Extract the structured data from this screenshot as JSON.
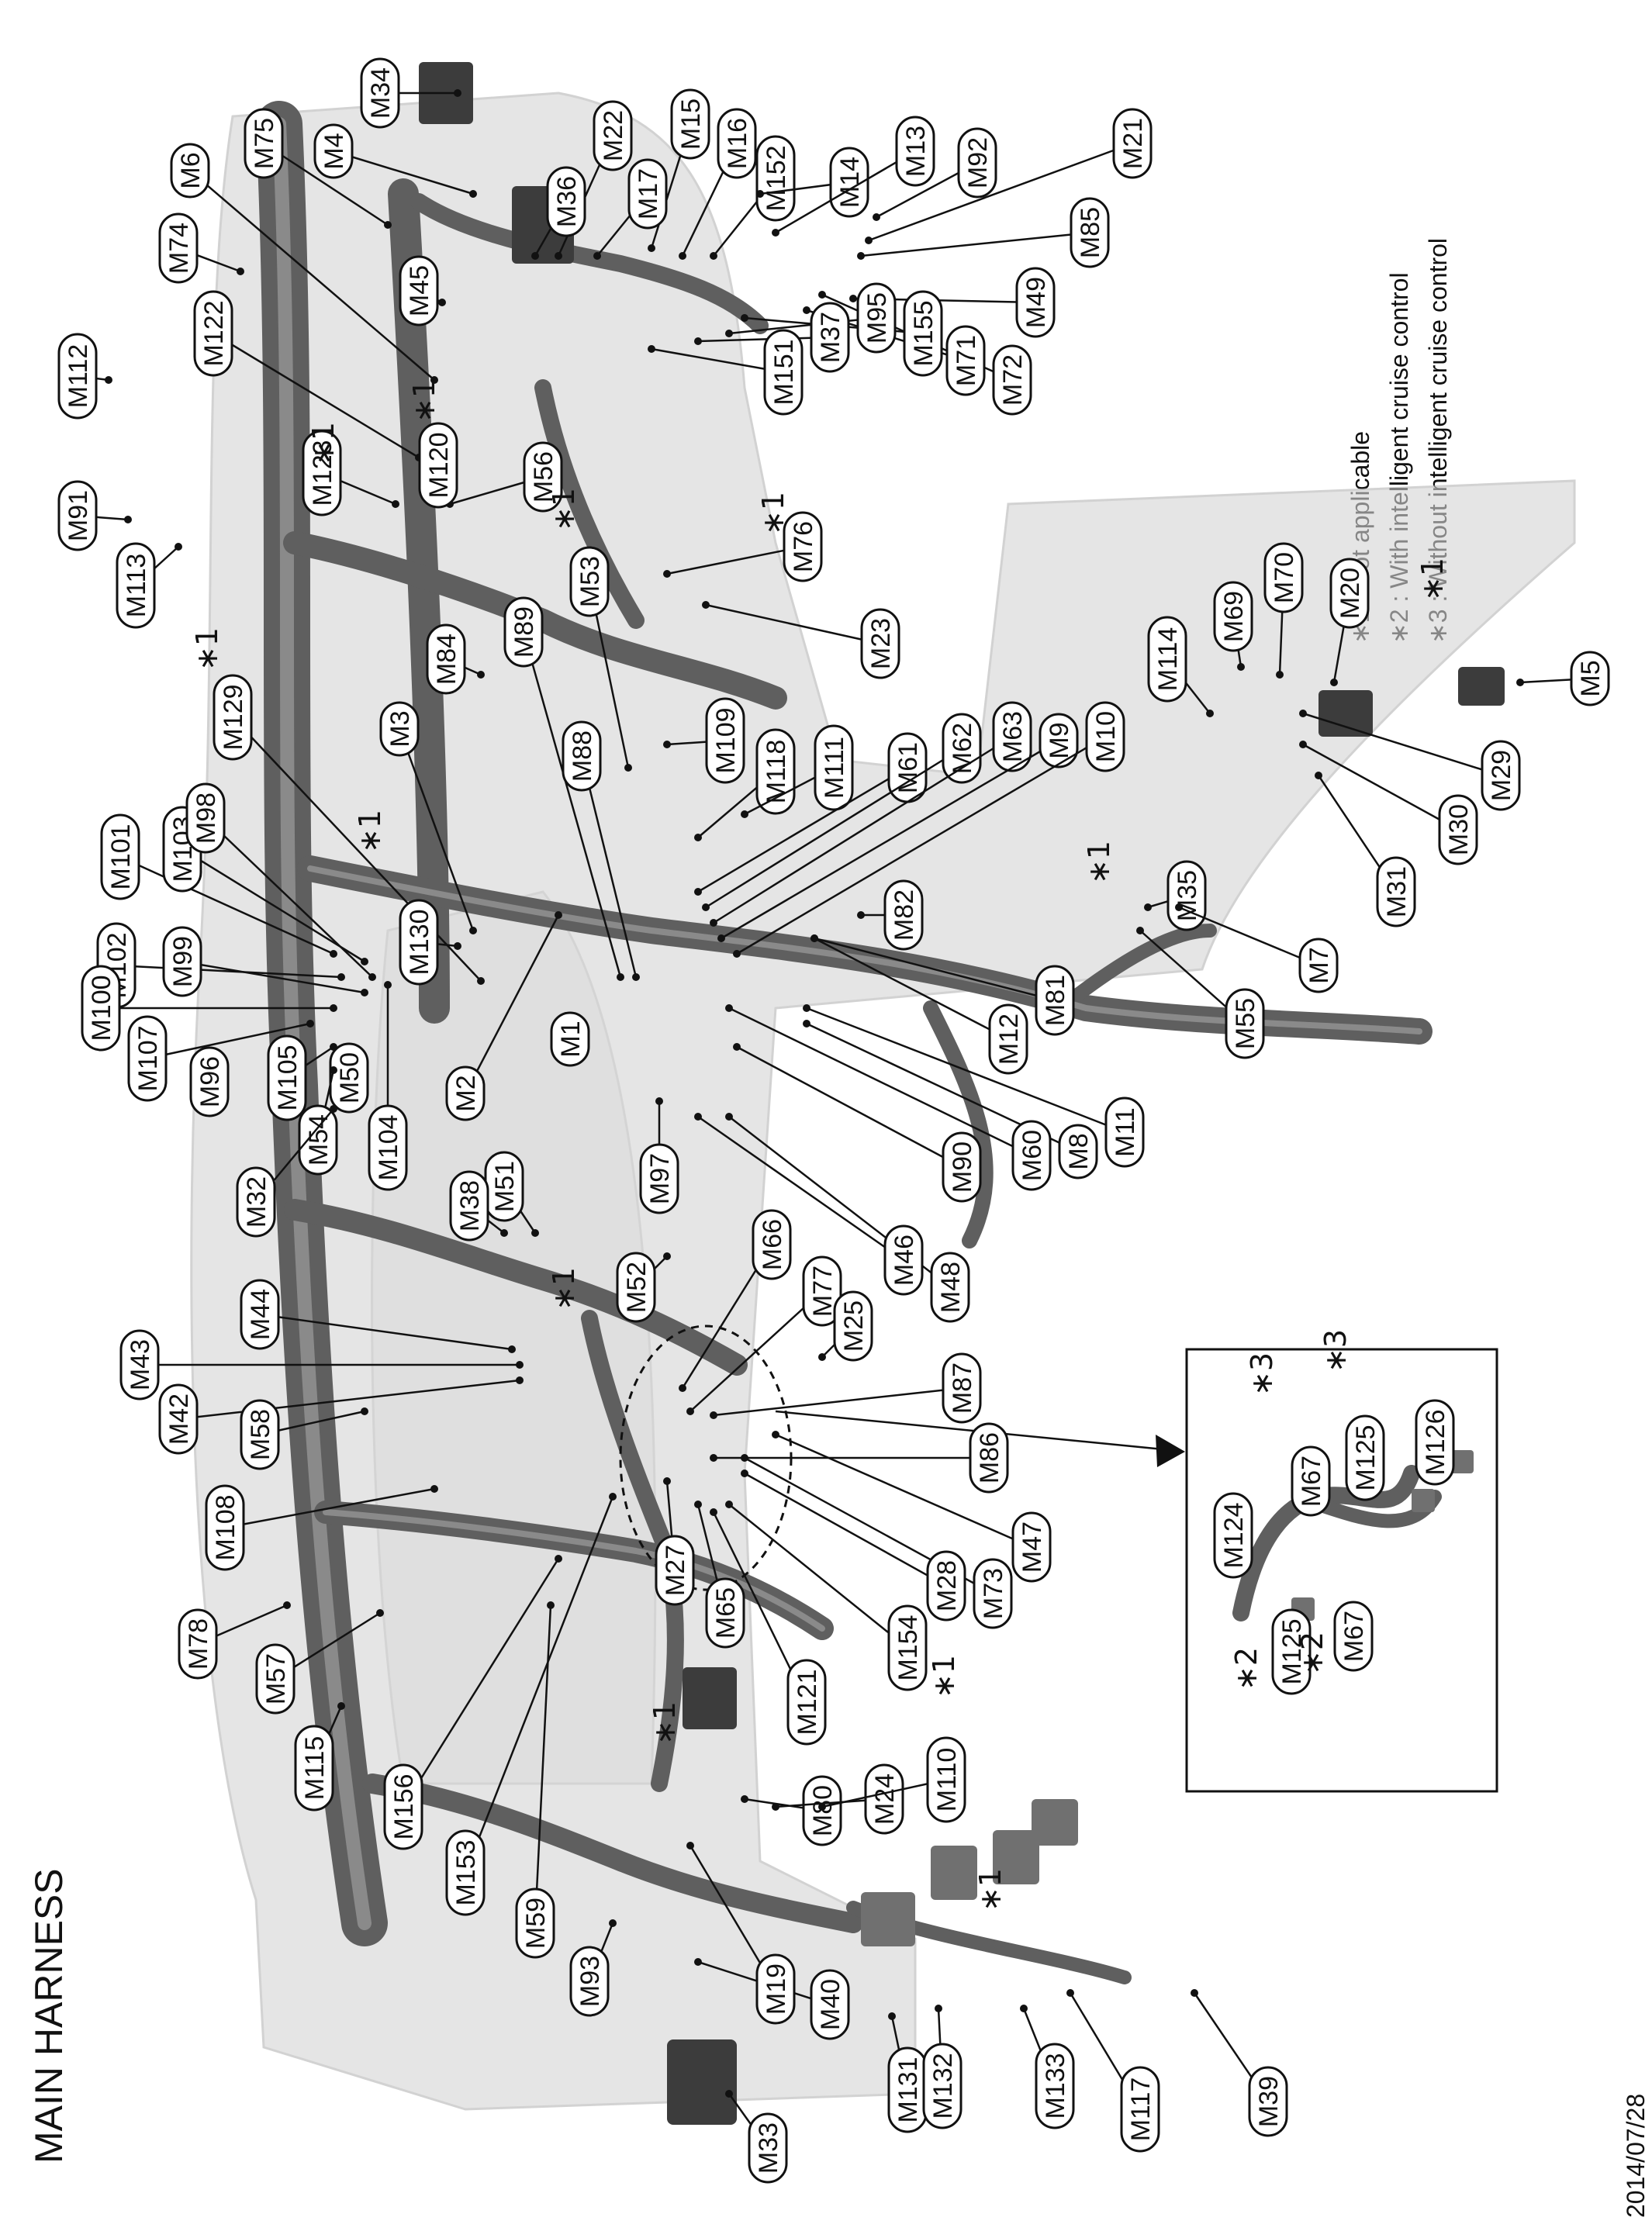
{
  "title": "MAIN HARNESS",
  "date": "2014/07/28",
  "legend": [
    {
      "mark": "∗1",
      "text": " : Not applicable"
    },
    {
      "mark": "∗2",
      "text": " : With intelligent cruise control"
    },
    {
      "mark": "∗3",
      "text": " : Without intelligent cruise control"
    }
  ],
  "asterisk_marks": [
    "∗1",
    "∗1",
    "∗1",
    "∗1",
    "∗1",
    "∗1",
    "∗1",
    "∗1",
    "∗1",
    "∗1",
    "∗1",
    "∗1"
  ],
  "inset": {
    "labels": [
      "M124",
      "M67",
      "M125",
      "M126",
      "M125",
      "M67"
    ],
    "marks": [
      "∗3",
      "∗3",
      "∗2",
      "∗2"
    ]
  },
  "connectors": [
    "M34",
    "M4",
    "M22",
    "M15",
    "M16",
    "M152",
    "M14",
    "M13",
    "M92",
    "M21",
    "M85",
    "M49",
    "M72",
    "M71",
    "M155",
    "M95",
    "M37",
    "M151",
    "M36",
    "M17",
    "M45",
    "M75",
    "M6",
    "M74",
    "M122",
    "M112",
    "M123",
    "M56",
    "M91",
    "M113",
    "M120",
    "M53",
    "M76",
    "M23",
    "M89",
    "M84",
    "M129",
    "M3",
    "M88",
    "M109",
    "M118",
    "M111",
    "M61",
    "M62",
    "M63",
    "M9",
    "M10",
    "M114",
    "M69",
    "M70",
    "M20",
    "M5",
    "M29",
    "M30",
    "M31",
    "M35",
    "M7",
    "M55",
    "M82",
    "M81",
    "M12",
    "M11",
    "M8",
    "M60",
    "M90",
    "M48",
    "M46",
    "M97",
    "M1",
    "M2",
    "M51",
    "M38",
    "M52",
    "M66",
    "M77",
    "M25",
    "M87",
    "M86",
    "M47",
    "M73",
    "M28",
    "M154",
    "M121",
    "M65",
    "M27",
    "M44",
    "M43",
    "M42",
    "M58",
    "M108",
    "M78",
    "M57",
    "M115",
    "M156",
    "M153",
    "M59",
    "M93",
    "M40",
    "M19",
    "M33",
    "M131",
    "M132",
    "M133",
    "M117",
    "M39",
    "M80",
    "M24",
    "M110",
    "M130",
    "M101",
    "M103",
    "M98",
    "M102",
    "M99",
    "M100",
    "M107",
    "M96",
    "M105",
    "M50",
    "M54",
    "M32",
    "M104"
  ]
}
